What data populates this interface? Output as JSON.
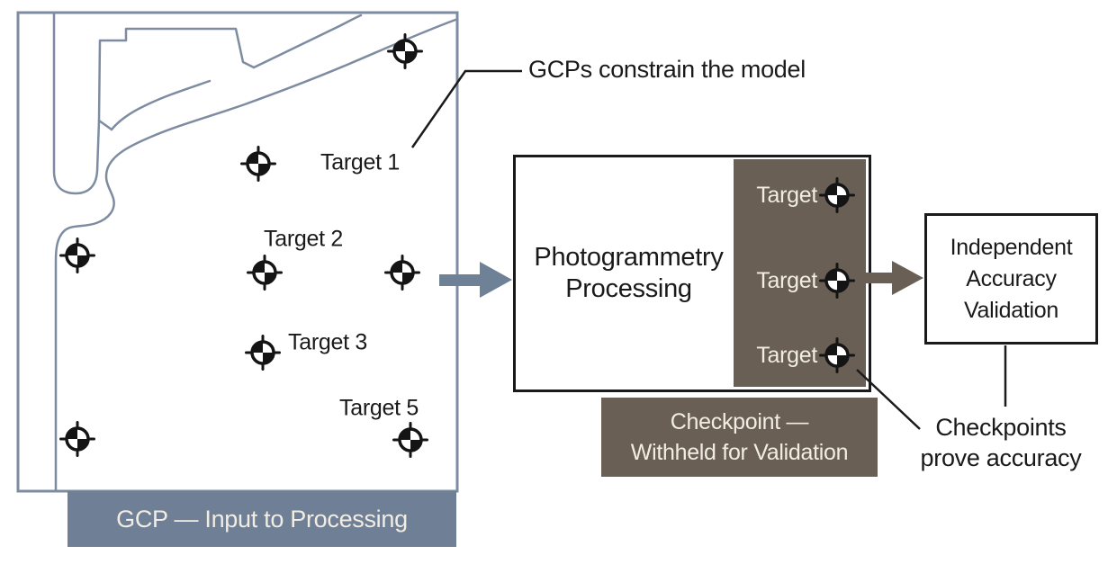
{
  "colors": {
    "line_blue": "#7D8CA1",
    "bar_blue": "#6E7F96",
    "arrow_blue": "#6F8197",
    "brown": "#6A5F55",
    "cream": "#F2EDE3",
    "ink": "#1A1A1A"
  },
  "map": {
    "caption": "GCP — Input to Processing",
    "annotation": "GCPs constrain the model",
    "target_icon": "gcp-target-crosshair",
    "target_count": 8,
    "target_labels": [
      {
        "text": "Target 1"
      },
      {
        "text": "Target 2"
      },
      {
        "text": "Target 3"
      },
      {
        "text": "Target 5"
      }
    ]
  },
  "processing_box": {
    "title_line1": "Photogrammetry",
    "title_line2": "Processing"
  },
  "checkpoint_panel": {
    "rows": [
      {
        "label": "Target"
      },
      {
        "label": "Target"
      },
      {
        "label": "Target"
      }
    ]
  },
  "checkpoint_caption": {
    "line1": "Checkpoint —",
    "line2": "Withheld for Validation"
  },
  "validation_box": {
    "line1": "Independent",
    "line2": "Accuracy",
    "line3": "Validation"
  },
  "validation_annotation": {
    "line1": "Checkpoints",
    "line2": "prove accuracy"
  }
}
